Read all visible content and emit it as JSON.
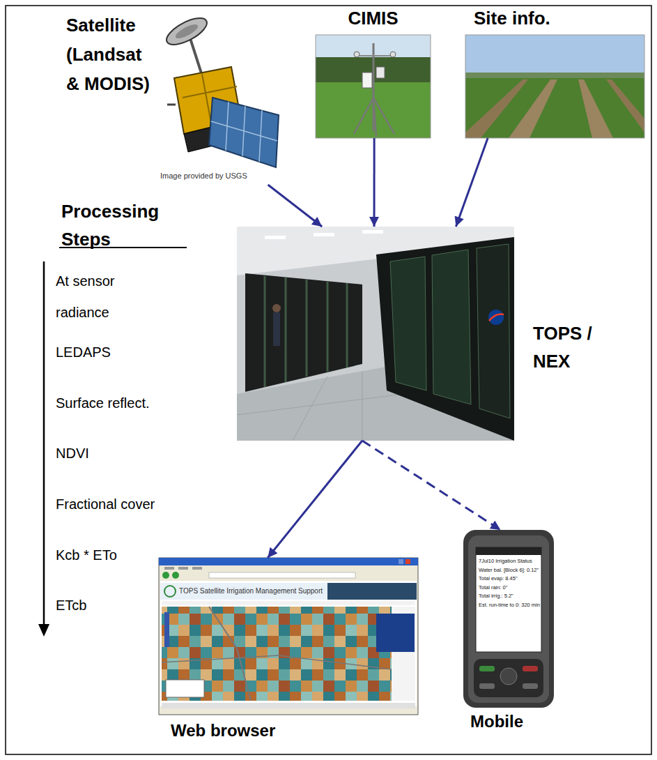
{
  "diagram": {
    "nodes": [
      {
        "text": [
          "Satellite (Landsat & MODIS)",
          "Image provided by USGS"
        ]
      },
      {
        "text": [
          "CIMIS"
        ]
      },
      {
        "text": [
          "Site info."
        ]
      },
      {
        "text": [
          "TOPS / NEX"
        ]
      },
      {
        "text": [
          "Web browser"
        ]
      },
      {
        "text": [
          "Mobile"
        ]
      }
    ],
    "edges": [
      {
        "from": 0,
        "to": 3,
        "arrow": "to"
      },
      {
        "from": 1,
        "to": 3,
        "arrow": "to"
      },
      {
        "from": 2,
        "to": 3,
        "arrow": "to"
      },
      {
        "from": 3,
        "to": 4,
        "arrow": "to"
      },
      {
        "from": 3,
        "to": 5,
        "arrow": "to"
      }
    ],
    "labels": [
      "Processing Steps",
      "At sensor radiance",
      "LEDAPS",
      "Surface reflect.",
      "NDVI",
      "Fractional cover",
      "Kcb * ETo",
      "ETcb",
      "TOPS Satellite Irrigation Management Support",
      "7Jul10 Irrigation Status",
      "Water bal. [Block 6]: 0.12\"",
      "Total evap: 8.45\"",
      "Total rain: 0\"",
      "Total irrig.: 5.2\"",
      "Est. run-time to 0: 320 min"
    ]
  }
}
